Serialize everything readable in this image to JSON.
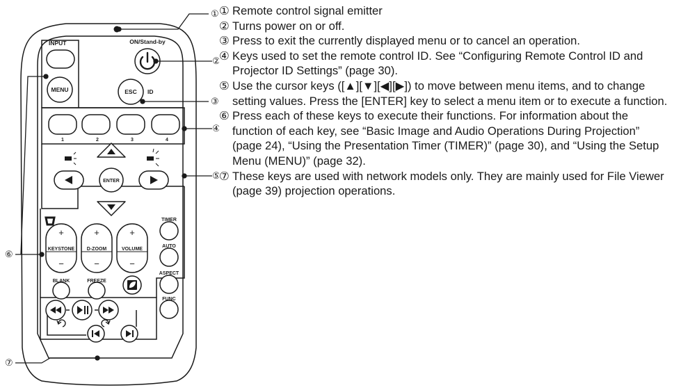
{
  "remote": {
    "buttons": {
      "input": "INPUT",
      "menu": "MENU",
      "power": "ON/Stand-by",
      "esc": "ESC",
      "id": "ID",
      "num1": "1",
      "num2": "2",
      "num3": "3",
      "num4": "4",
      "enter": "ENTER",
      "timer": "TIMER",
      "auto": "AUTO",
      "keystone": "KEYSTONE",
      "dzoom": "D-ZOOM",
      "volume": "VOLUME",
      "blank": "BLANK",
      "freeze": "FREEZE",
      "aspect": "ASPECT",
      "func": "FUNC",
      "plus": "+",
      "minus": "−"
    },
    "callouts": [
      "①",
      "②",
      "③",
      "④",
      "⑤",
      "⑥",
      "⑦"
    ]
  },
  "descriptions": [
    {
      "num": "①",
      "text": "Remote control signal emitter"
    },
    {
      "num": "②",
      "text": "Turns power on or off."
    },
    {
      "num": "③",
      "text": "Press to exit the currently displayed menu or to cancel an operation."
    },
    {
      "num": "④",
      "text": "Keys used to set the remote control ID. See “Configuring Remote Control ID and Projector ID Settings” (page 30)."
    },
    {
      "num": "⑤",
      "text": "Use the cursor keys ([▲][▼][◀][▶]) to move between menu items, and to change setting values. Press the [ENTER] key to select a menu item or to execute a function."
    },
    {
      "num": "⑥",
      "text": "Press each of these keys to execute their functions. For information about the function of each key, see “Basic Image and Audio Operations During Projection” (page 24), “Using the Presentation Timer (TIMER)” (page 30), and “Using the Setup Menu (MENU)” (page 32)."
    },
    {
      "num": "⑦",
      "text": "These keys are used with network models only. They are mainly used for File Viewer (page 39) projection operations."
    }
  ]
}
